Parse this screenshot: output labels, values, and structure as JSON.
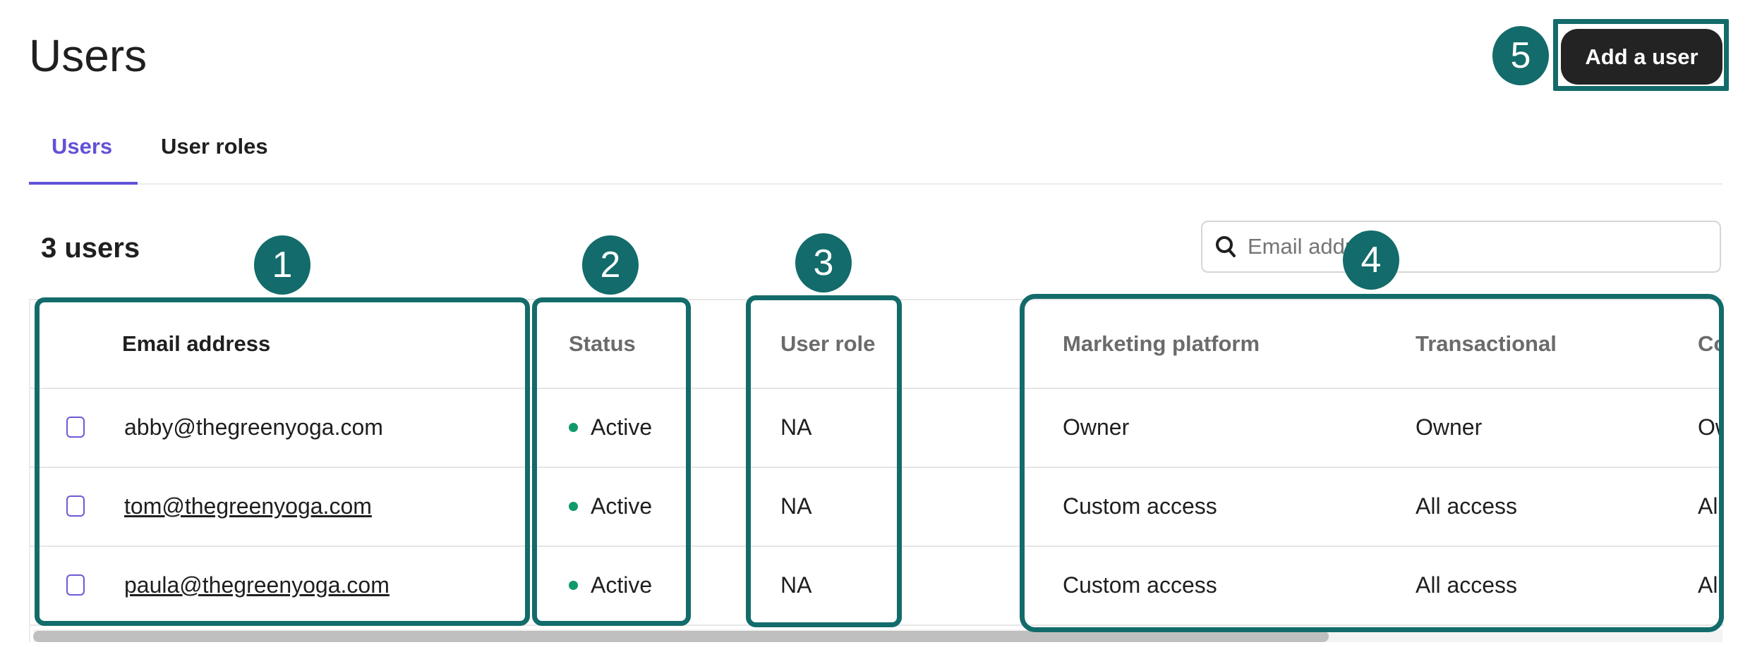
{
  "header": {
    "title": "Users",
    "add_user_label": "Add a user"
  },
  "tabs": [
    {
      "label": "Users",
      "active": true
    },
    {
      "label": "User roles",
      "active": false
    }
  ],
  "count_label": "3 users",
  "search": {
    "placeholder": "Email address",
    "icon": "search-icon"
  },
  "table": {
    "columns": [
      "Email address",
      "Status",
      "User role",
      "Marketing platform",
      "Transactional",
      "Co"
    ],
    "rows": [
      {
        "email": "abby@thegreenyoga.com",
        "status": "Active",
        "role": "NA",
        "marketing": "Owner",
        "transactional": "Owner",
        "extra": "Ow"
      },
      {
        "email": "tom@thegreenyoga.com",
        "status": "Active",
        "role": "NA",
        "marketing": "Custom access",
        "transactional": "All access",
        "extra": "All"
      },
      {
        "email": "paula@thegreenyoga.com",
        "status": "Active",
        "role": "NA",
        "marketing": "Custom access",
        "transactional": "All access",
        "extra": "All"
      }
    ]
  },
  "annotations": [
    "1",
    "2",
    "3",
    "4",
    "5"
  ],
  "colors": {
    "accent": "#6152d6",
    "annotation": "#136b6b",
    "status_active": "#10996a",
    "button": "#232323"
  }
}
